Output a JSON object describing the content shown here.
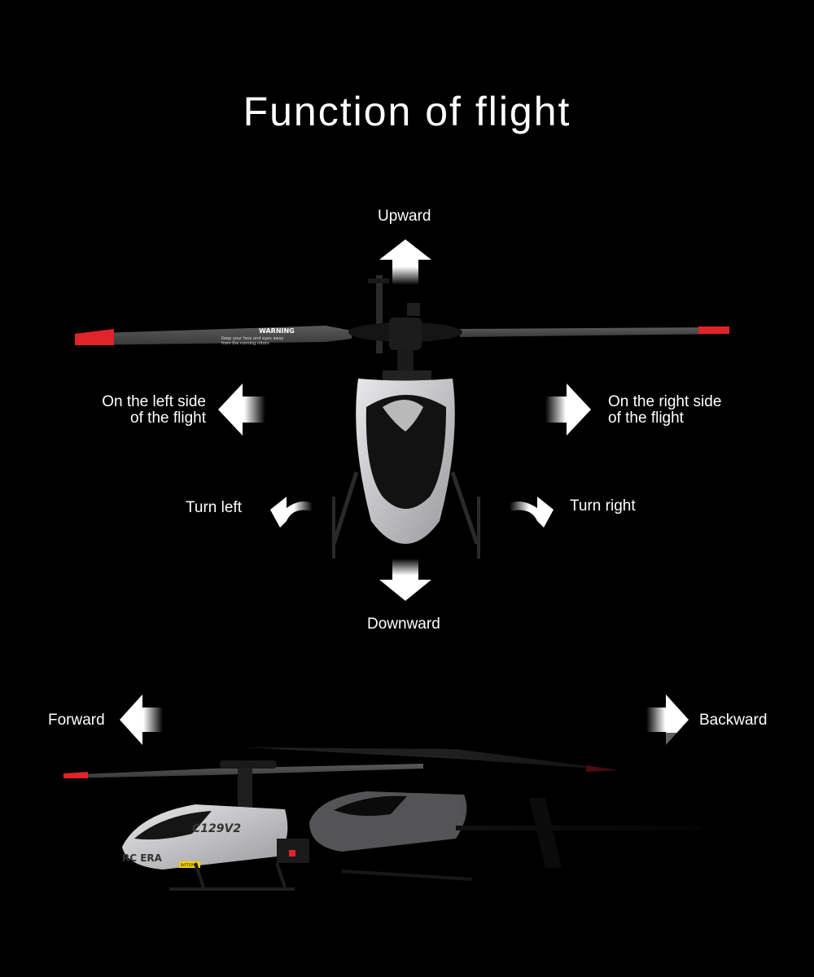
{
  "title": "Function of flight",
  "labels": {
    "upward": "Upward",
    "downward": "Downward",
    "left_side_line1": "On the left side",
    "left_side_line2": "of the flight",
    "right_side_line1": "On the right side",
    "right_side_line2": "of the flight",
    "turn_left": "Turn left",
    "turn_right": "Turn right",
    "forward": "Forward",
    "backward": "Backward"
  },
  "helicopter": {
    "brand": "RC ERA",
    "model": "C129V2",
    "warning_title": "WARNING",
    "warning_line1": "Keep your face and eyes away",
    "warning_line2": "from the running rotors",
    "battery_tag": "BATTERY"
  },
  "colors": {
    "background": "#000000",
    "text": "#ffffff",
    "blade": "#4a4a4a",
    "blade_tip": "#e0242a",
    "body": "#c9c9cc"
  }
}
